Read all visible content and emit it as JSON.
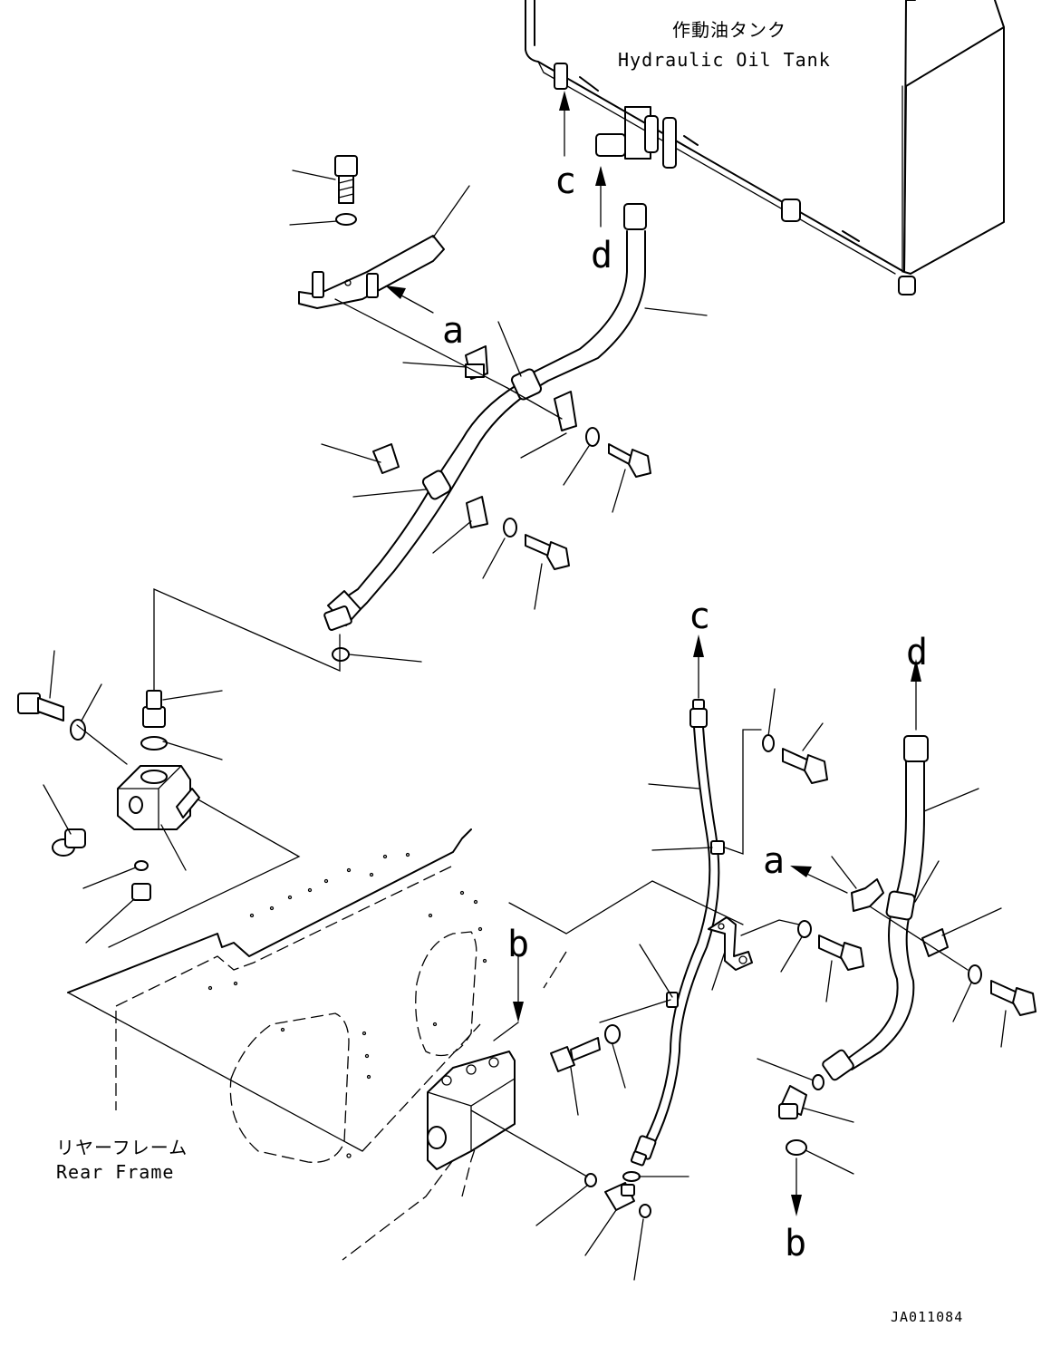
{
  "labels": {
    "tank_jp": "作動油タンク",
    "tank_en": "Hydraulic Oil Tank",
    "frame_jp": "リヤーフレーム",
    "frame_en": "Rear Frame",
    "ref_code": "JA011084"
  },
  "arrow_letters": {
    "a_top": "a",
    "a_right": "a",
    "b_left": "b",
    "b_right": "b",
    "c_top": "c",
    "c_right": "c",
    "d_top": "d",
    "d_right": "d"
  },
  "icons": [
    "bolt-icon",
    "washer-icon",
    "hose-icon",
    "clamp-icon",
    "bracket-icon",
    "elbow-fitting-icon",
    "o-ring-icon",
    "valve-block-icon",
    "plug-icon",
    "direction-arrow-icon"
  ]
}
